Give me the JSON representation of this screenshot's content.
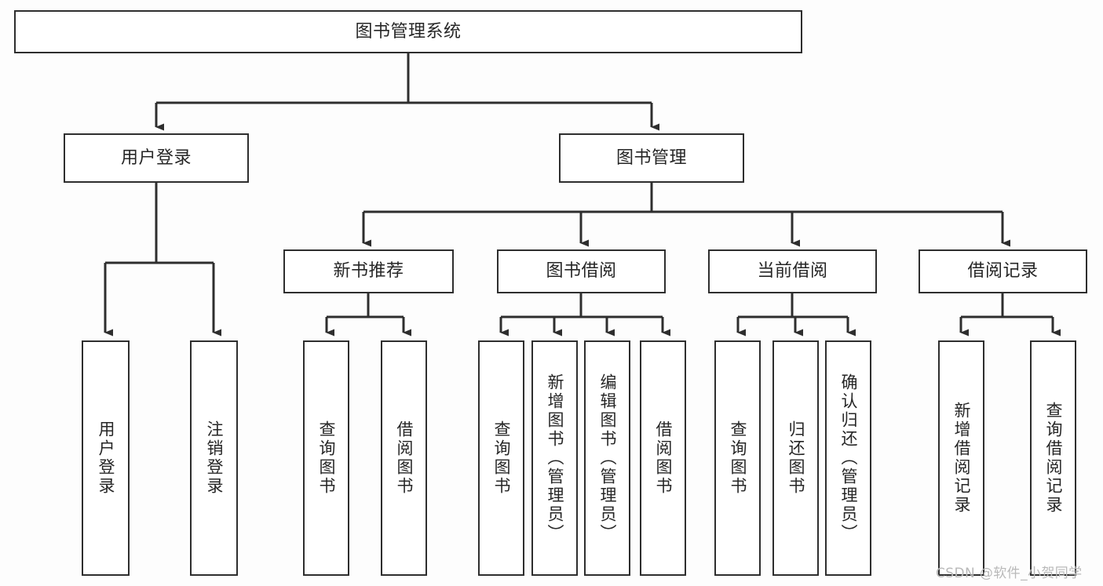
{
  "diagram": {
    "title": "图书管理系统",
    "type": "hierarchy-flowchart",
    "colors": {
      "background": "#fdfdfd",
      "box_fill": "#ffffff",
      "line": "#2e2e2e",
      "text": "#262626",
      "watermark": "#b9b9b9"
    },
    "levels": {
      "root": {
        "label": "图书管理系统"
      },
      "level2": [
        {
          "id": "user-login",
          "label": "用户登录"
        },
        {
          "id": "book-management",
          "label": "图书管理"
        }
      ],
      "level3": [
        {
          "id": "new-book-recommend",
          "label": "新书推荐",
          "parent": "book-management"
        },
        {
          "id": "book-borrow",
          "label": "图书借阅",
          "parent": "book-management"
        },
        {
          "id": "current-borrow",
          "label": "当前借阅",
          "parent": "book-management"
        },
        {
          "id": "borrow-record",
          "label": "借阅记录",
          "parent": "book-management"
        }
      ],
      "leaves": [
        {
          "id": "leaf-user-login",
          "label": "用户登录",
          "parent": "user-login"
        },
        {
          "id": "leaf-logout-login",
          "label": "注销登录",
          "parent": "user-login"
        },
        {
          "id": "leaf-query-book-1",
          "label": "查询图书",
          "parent": "new-book-recommend"
        },
        {
          "id": "leaf-borrow-book-1",
          "label": "借阅图书",
          "parent": "new-book-recommend"
        },
        {
          "id": "leaf-query-book-2",
          "label": "查询图书",
          "parent": "book-borrow"
        },
        {
          "id": "leaf-add-book",
          "label": "新增图书（管理员）",
          "parent": "book-borrow"
        },
        {
          "id": "leaf-edit-book",
          "label": "编辑图书（管理员）",
          "parent": "book-borrow"
        },
        {
          "id": "leaf-borrow-book-2",
          "label": "借阅图书",
          "parent": "book-borrow"
        },
        {
          "id": "leaf-query-book-3",
          "label": "查询图书",
          "parent": "current-borrow"
        },
        {
          "id": "leaf-return-book",
          "label": "归还图书",
          "parent": "current-borrow"
        },
        {
          "id": "leaf-confirm-return",
          "label": "确认归还（管理员）",
          "parent": "current-borrow"
        },
        {
          "id": "leaf-add-record",
          "label": "新增借阅记录",
          "parent": "borrow-record"
        },
        {
          "id": "leaf-query-record",
          "label": "查询借阅记录",
          "parent": "borrow-record"
        }
      ]
    },
    "watermark": "CSDN @软件_小贺同学"
  }
}
